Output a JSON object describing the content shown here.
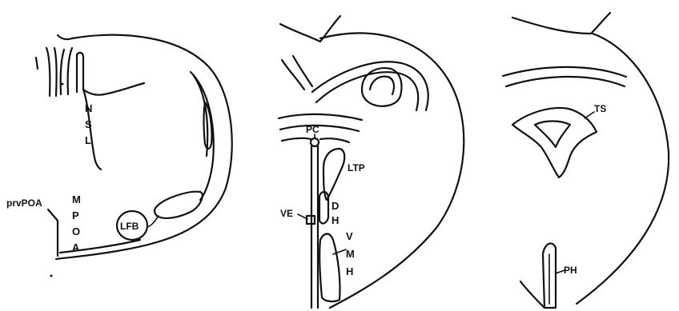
{
  "labels": {
    "nsl_n": "N",
    "nsl_s": "S",
    "nsl_l": "L",
    "prvpoa": "prvPOA",
    "mpoa_m": "M",
    "mpoa_p": "P",
    "mpoa_o": "O",
    "mpoa_a": "A",
    "lfb": "LFB",
    "pc": "PC",
    "ltp": "LTP",
    "ve": "VE",
    "dh_d": "D",
    "dh_h": "H",
    "vmh_v": "V",
    "vmh_m": "M",
    "vmh_h": "H",
    "ts": "TS",
    "ph": "PH"
  }
}
